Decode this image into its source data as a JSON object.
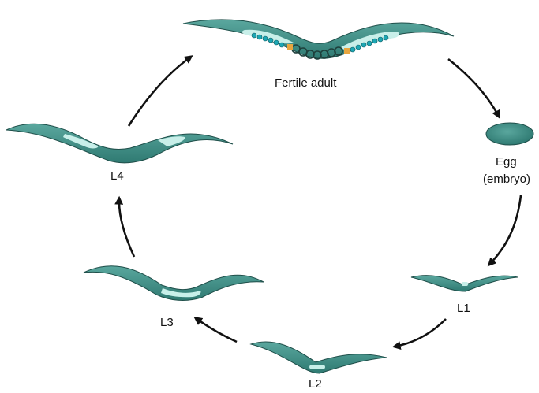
{
  "diagram": {
    "stages": {
      "adult": "Fertile adult",
      "egg_line1": "Egg",
      "egg_line2": "(embryo)",
      "l1": "L1",
      "l2": "L2",
      "l3": "L3",
      "l4": "L4"
    },
    "colors": {
      "body": "#3f8f86",
      "body_edge": "#1f4f4a",
      "gonad": "#c8efe9",
      "oocyte": "#1da7b4",
      "spermatheca": "#e8a640",
      "arrow": "#111111"
    }
  }
}
